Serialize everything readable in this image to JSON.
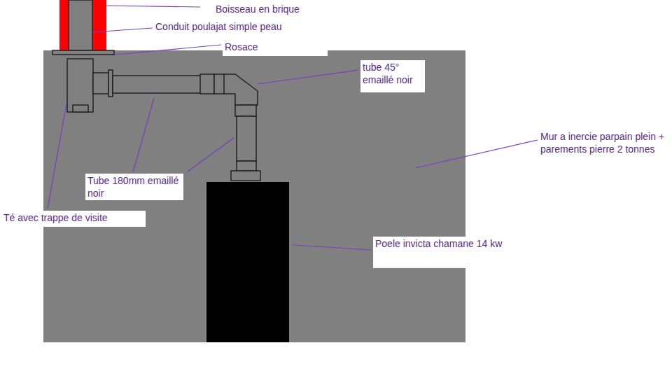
{
  "diagram": {
    "labels": [
      "Boisseau en brique",
      "Conduit poulajat simple peau",
      "Rosace",
      "tube 45° emaillé noir",
      "Mur a inercie parpain plein + parements pierre 2 tonnes",
      "Tube 180mm emaillé noir",
      "Té avec trappe de visite",
      "Poele invicta chamane 14 kw"
    ]
  }
}
